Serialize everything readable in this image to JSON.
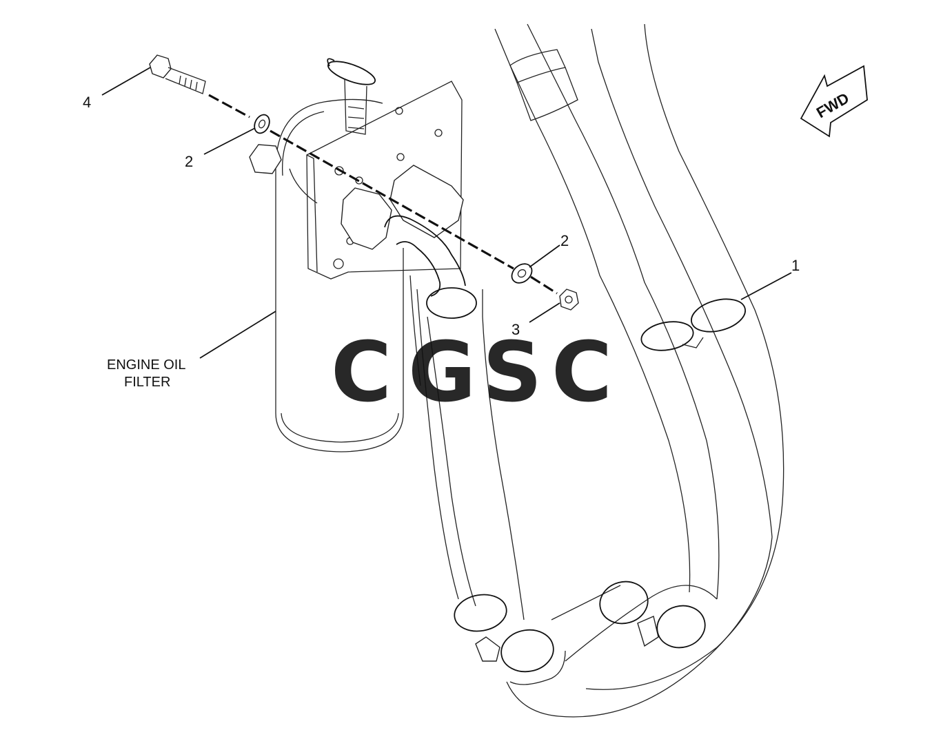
{
  "diagram": {
    "callouts": {
      "c4": "4",
      "c2_top": "2",
      "c2_right": "2",
      "c3": "3",
      "c1": "1"
    },
    "labels": {
      "filter_line1": "ENGINE OIL",
      "filter_line2": "FILTER"
    },
    "fwd_arrow": {
      "text": "FWD"
    }
  },
  "watermark": {
    "letters": [
      "C",
      "G",
      "S",
      "C"
    ],
    "colors": [
      "#8ab4f8",
      "#f28b82",
      "#fde293",
      "#81c995"
    ]
  }
}
